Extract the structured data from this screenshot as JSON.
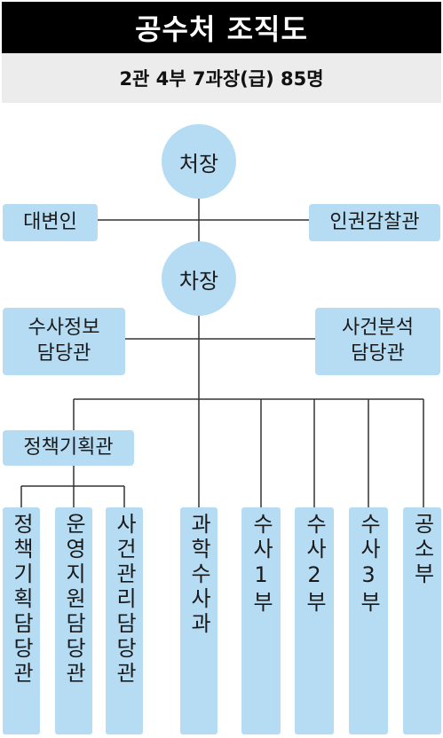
{
  "title": "공수처 조직도",
  "subtitle": "2관 4부 7과장(급) 85명",
  "colors": {
    "node": "#b5dcf3",
    "line": "#333333",
    "title_bg": "#000000",
    "subtitle_bg": "#ececec"
  },
  "nodes": {
    "director": "처장",
    "defense_officer": "대변인",
    "human_rights_inspector": "인권감찰관",
    "deputy_director": "차장",
    "intel_officer_line1": "수사정보",
    "intel_officer_line2": "담당관",
    "case_analysis_line1": "사건분석",
    "case_analysis_line2": "담당관",
    "policy_planning_officer": "정책기획관",
    "policy_planning_unit": "정책기획담당관",
    "operations_support_unit": "운영지원담당관",
    "case_management_unit": "사건관리담당관",
    "forensic_investigation": "과학수사과",
    "investigation_1": "수사1부",
    "investigation_2": "수사2부",
    "investigation_3": "수사3부",
    "prosecution": "공소부"
  }
}
